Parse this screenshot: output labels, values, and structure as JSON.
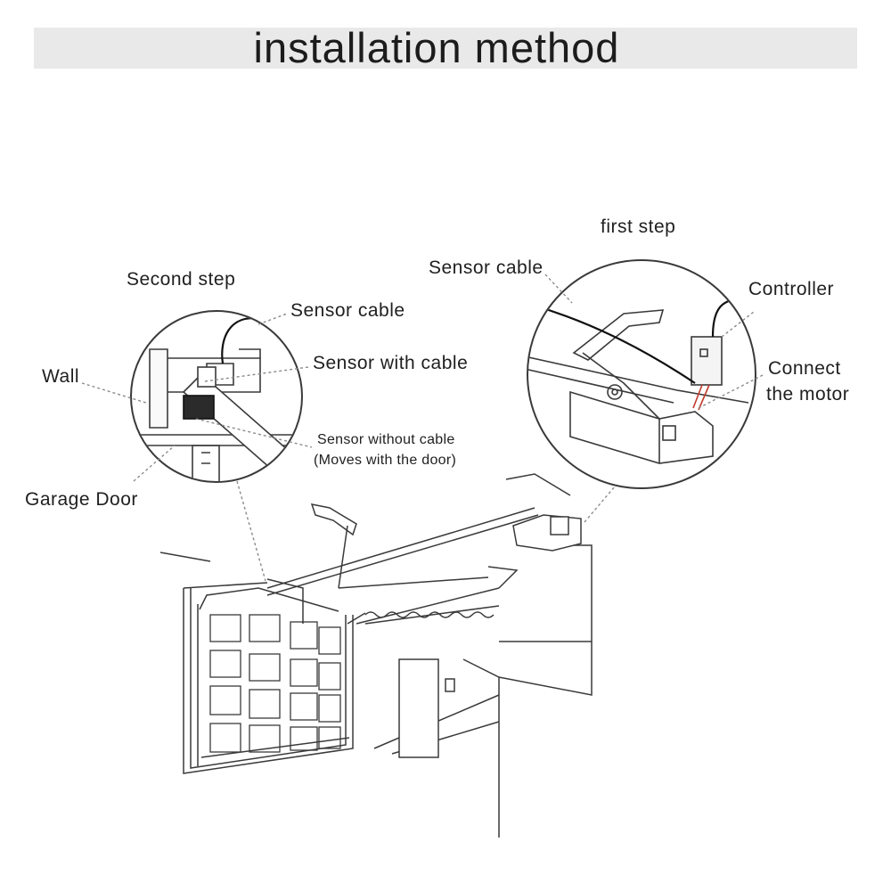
{
  "title": "installation method",
  "labels": {
    "first_step": "first step",
    "second_step": "Second step",
    "sensor_cable_right": "Sensor cable",
    "controller": "Controller",
    "connect_the_motor_line1": "Connect",
    "connect_the_motor_line2": "the motor",
    "sensor_cable_left": "Sensor cable",
    "sensor_with_cable": "Sensor with cable",
    "wall": "Wall",
    "sensor_without_cable_line1": "Sensor without cable",
    "sensor_without_cable_line2": "(Moves with the door)",
    "garage_door": "Garage Door"
  },
  "colors": {
    "line": "#3a3a3a",
    "leader": "#8a8a8a",
    "cable": "#111111",
    "wire_red": "#c0392b",
    "sensor_dark": "#2b2b2b",
    "title_band": "#e9e9e9"
  }
}
